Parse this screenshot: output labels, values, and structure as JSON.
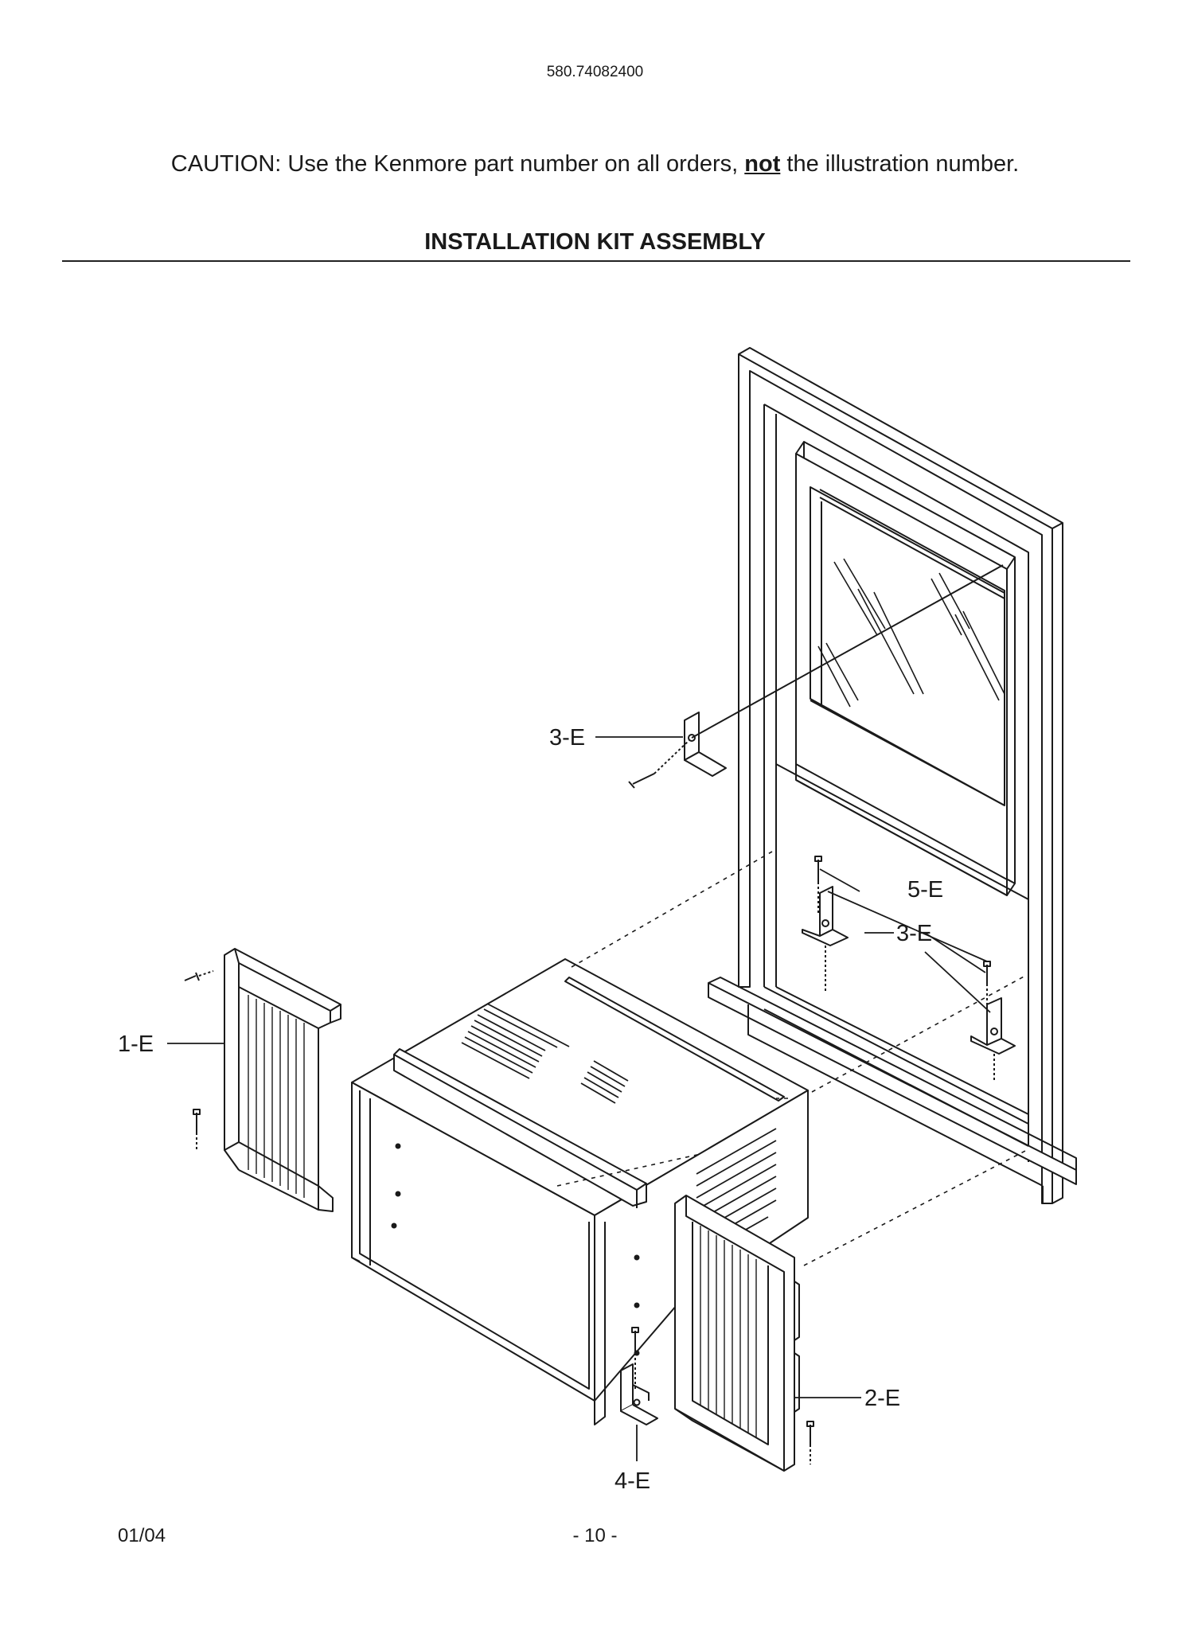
{
  "header": {
    "model_number": "580.74082400"
  },
  "caution": {
    "prefix": "CAUTION: Use the Kenmore part number on all orders, ",
    "emphasis": "not",
    "suffix": " the illustration number."
  },
  "section_title": "INSTALLATION KIT ASSEMBLY",
  "callouts": {
    "c1": "1-E",
    "c2": "2-E",
    "c3a": "3-E",
    "c3b": "3-E",
    "c4": "4-E",
    "c5": "5-E"
  },
  "footer": {
    "date": "01/04",
    "page": "- 10 -"
  }
}
